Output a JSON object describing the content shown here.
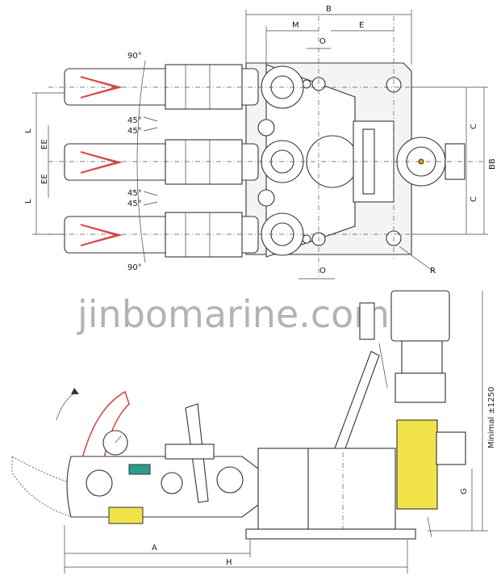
{
  "labels": {
    "B": "B",
    "M": "M",
    "E": "E",
    "O_top": "O",
    "O_bottom": "O",
    "C_upper": "C",
    "C_lower": "C",
    "BB": "BB",
    "R": "R",
    "L_upper": "L",
    "L_lower": "L",
    "EE_upper": "EE",
    "EE_lower": "EE",
    "angle_top": "90°",
    "angle_bottom": "90°",
    "angle_45_a": "45°",
    "angle_45_b": "45°",
    "angle_45_c": "45°",
    "angle_45_d": "45°",
    "A": "A",
    "H": "H",
    "G": "G",
    "minimal": "Minimal ±1250"
  },
  "watermark": "jinbomarine.com",
  "colors": {
    "hook_accent": "#d94a4a",
    "motor_yellow": "#f2e34a",
    "indicator_teal": "#2a9d8f",
    "line": "#333333"
  }
}
